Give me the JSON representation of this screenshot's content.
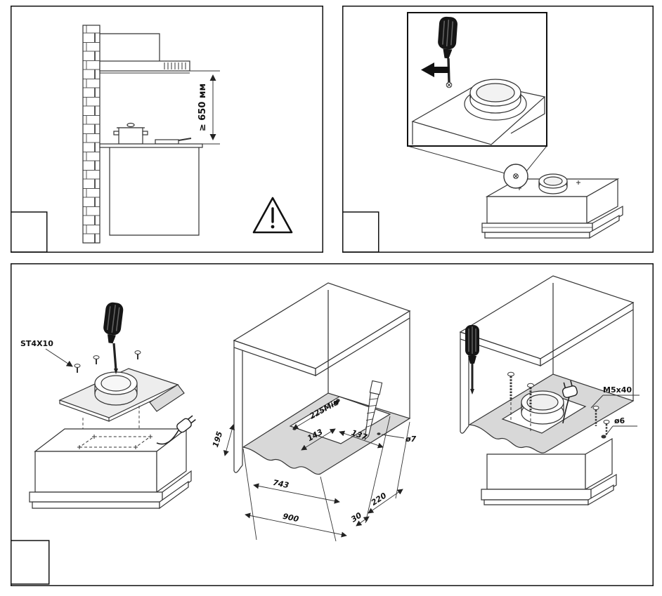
{
  "panel1": {
    "min_height_label": "≥ 650 мм"
  },
  "panel3": {
    "screw_label_left": "ST4X10",
    "cutout_min_width": "225Min",
    "dim_143": "143",
    "dim_137": "137",
    "dim_195": "195",
    "dim_743": "743",
    "dim_900": "900",
    "dim_30": "30",
    "dim_220": "220",
    "hole_diameter": "ø7",
    "screw_label_right": "M5x40",
    "hole_label_right": "ø6"
  }
}
